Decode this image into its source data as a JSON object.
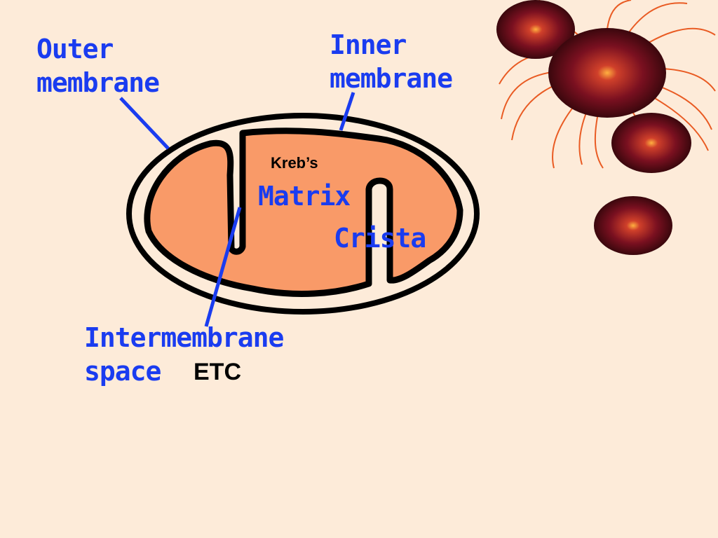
{
  "labels": {
    "outer": [
      "Outer",
      "membrane"
    ],
    "inner": [
      "Inner",
      "membrane"
    ],
    "intermembrane": [
      "Intermembrane",
      "space"
    ],
    "matrix": "Matrix",
    "crista": "Crista",
    "krebs": "Kreb’s",
    "etc": "ETC"
  },
  "colors": {
    "background": "#fdebd9",
    "label_blue": "#1a3cf0",
    "matrix_fill": "#f99a68",
    "membrane": "#000000",
    "orb": "#7a1020",
    "filament": "#e8541a"
  },
  "decor": {
    "icon": "sea-urchin-orbs-decoration"
  }
}
